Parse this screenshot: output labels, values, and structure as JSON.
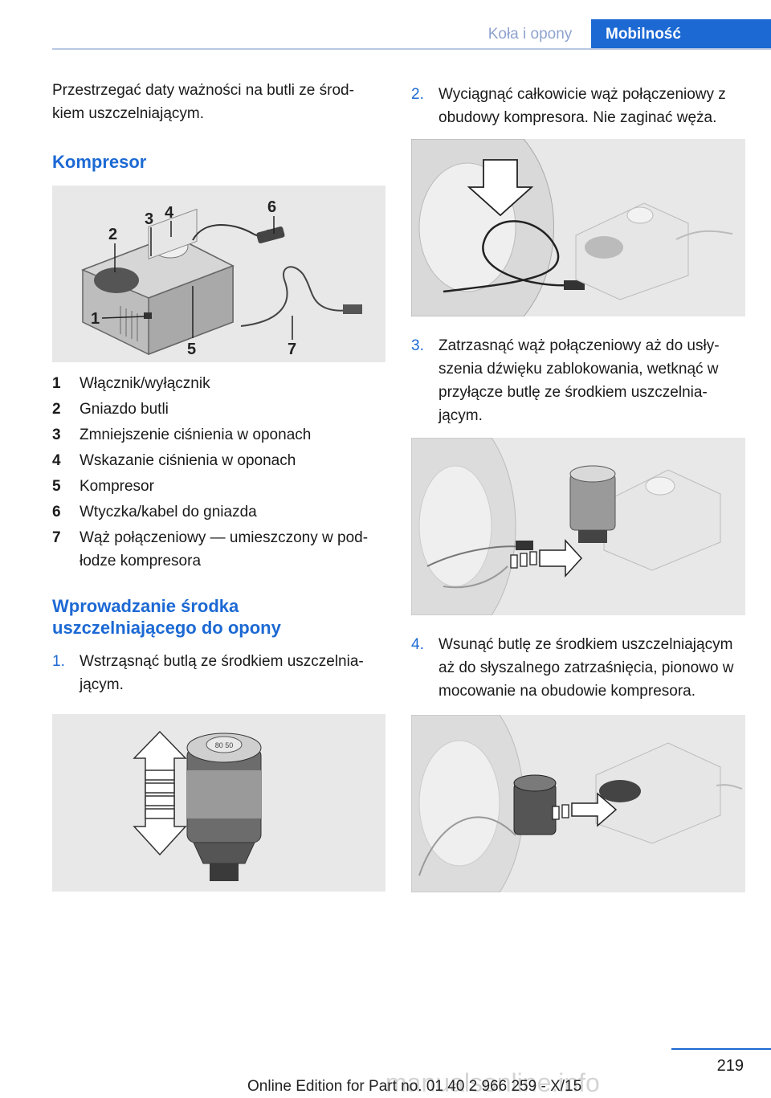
{
  "header": {
    "section": "Koła i opony",
    "chapter": "Mobilność"
  },
  "intro_text": "Przestrzegać daty ważności na butli ze środ-kiem uszczelniającym.",
  "compressor": {
    "title": "Kompresor",
    "figure_labels": [
      "1",
      "2",
      "3",
      "4",
      "5",
      "6",
      "7"
    ],
    "legend": [
      {
        "num": "1",
        "text": "Włącznik/wyłącznik"
      },
      {
        "num": "2",
        "text": "Gniazdo butli"
      },
      {
        "num": "3",
        "text": "Zmniejszenie ciśnienia w oponach"
      },
      {
        "num": "4",
        "text": "Wskazanie ciśnienia w oponach"
      },
      {
        "num": "5",
        "text": "Kompresor"
      },
      {
        "num": "6",
        "text": "Wtyczka/kabel do gniazda"
      },
      {
        "num": "7",
        "text": "Wąż połączeniowy — umieszczony w pod-łodze kompresora"
      }
    ]
  },
  "sealant": {
    "title": "Wprowadzanie środka uszczelniającego do opony",
    "bottle_label": "80 50",
    "steps": [
      {
        "num": "1.",
        "text": "Wstrząsnąć butlą ze środkiem uszczelnia-jącym."
      },
      {
        "num": "2.",
        "text": "Wyciągnąć całkowicie wąż połączeniowy z obudowy kompresora. Nie zaginać węża."
      },
      {
        "num": "3.",
        "text": "Zatrzasnąć wąż połączeniowy aż do usły-szenia dźwięku zablokowania, wetknąć w przyłącze butlę ze środkiem uszczelnia-jącym."
      },
      {
        "num": "4.",
        "text": "Wsunąć butlę ze środkiem uszczelniającym aż do słyszalnego zatrzaśnięcia, pionowo w mocowanie na obudowie kompresora."
      }
    ]
  },
  "footer": {
    "page_number": "219",
    "edition": "Online Edition for Part no. 01 40 2 966 259 - X/15",
    "watermark": "manualsonline.info"
  }
}
